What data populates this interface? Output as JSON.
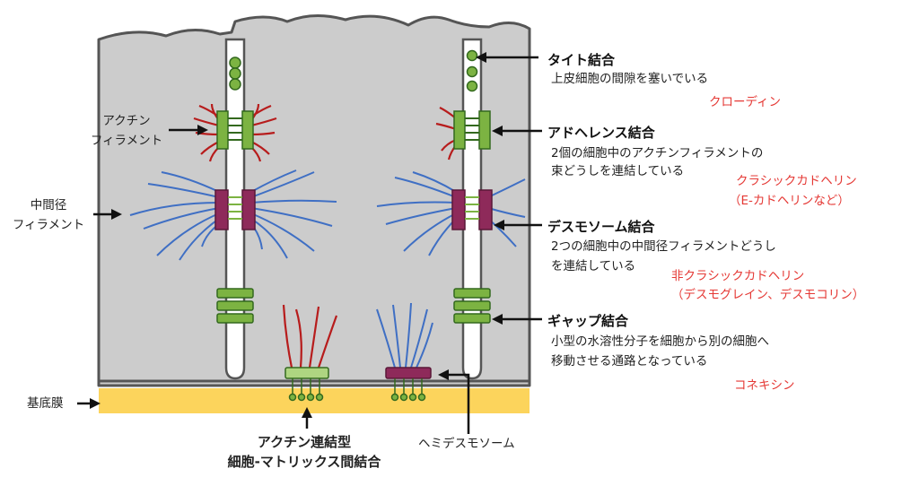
{
  "labels": {
    "tight": {
      "title": "タイト結合",
      "desc": "上皮細胞の間隙を塞いでいる",
      "protein": "クローディン"
    },
    "adherens": {
      "title": "アドヘレンス結合",
      "desc_line1": "2個の細胞中のアクチンフィラメントの",
      "desc_line2": "束どうしを連結している",
      "protein_line1": "クラシックカドヘリン",
      "protein_line2": "（E-カドヘリンなど）"
    },
    "desmosome": {
      "title": "デスモソーム結合",
      "desc_line1": "2つの細胞中の中間径フィラメントどうし",
      "desc_line2": "を連結している",
      "protein_line1": "非クラシックカドヘリン",
      "protein_line2": "（デスモグレイン、デスモコリン）"
    },
    "gap": {
      "title": "ギャップ結合",
      "desc_line1": "小型の水溶性分子を細胞から別の細胞へ",
      "desc_line2": "移動させる通路となっている",
      "protein": "コネキシン"
    },
    "actin_filament": {
      "line1": "アクチン",
      "line2": "フィラメント"
    },
    "intermediate_filament": {
      "line1": "中間径",
      "line2": "フィラメント"
    },
    "basement_membrane": "基底膜",
    "actin_matrix_junction": {
      "line1": "アクチン連結型",
      "line2": "細胞-マトリックス間結合"
    },
    "hemidesmosome": "ヘミデスモソーム"
  },
  "colors": {
    "cell": "#cccccc",
    "cell_outline": "#555555",
    "basement_membrane": "#fcd45c",
    "junction_green": "#7cb342",
    "junction_green_dark": "#33691e",
    "desmosome_plaque": "#8e2a5a",
    "actin_red": "#b71c1c",
    "intermediate_blue": "#3f6fc4",
    "protein_text": "#e53935"
  },
  "icons": [
    "arrow-icon"
  ]
}
